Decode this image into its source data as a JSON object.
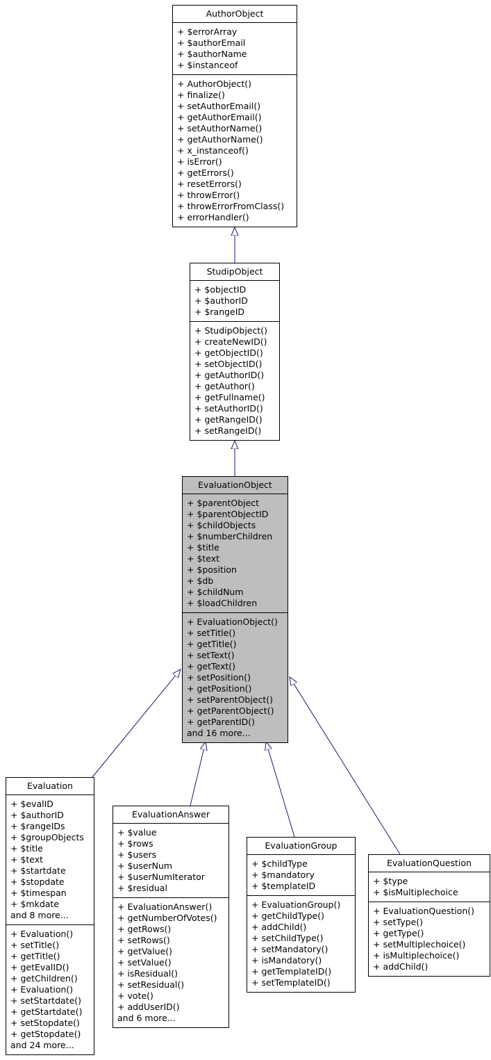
{
  "colors": {
    "arrow": "#191970",
    "highlight_fill": "#bebebe",
    "box_fill": "#ffffff",
    "border": "#000000",
    "text": "#000000"
  },
  "diagram": {
    "type": "uml-class-inheritance",
    "highlighted_class": "EvaluationObject",
    "edges": [
      {
        "from": "StudipObject",
        "to": "AuthorObject"
      },
      {
        "from": "EvaluationObject",
        "to": "StudipObject"
      },
      {
        "from": "Evaluation",
        "to": "EvaluationObject"
      },
      {
        "from": "EvaluationAnswer",
        "to": "EvaluationObject"
      },
      {
        "from": "EvaluationGroup",
        "to": "EvaluationObject"
      },
      {
        "from": "EvaluationQuestion",
        "to": "EvaluationObject"
      }
    ],
    "classes": [
      {
        "name": "AuthorObject",
        "attributes": [
          "+ $errorArray",
          "+ $authorEmail",
          "+ $authorName",
          "+ $instanceof"
        ],
        "methods": [
          "+ AuthorObject()",
          "+ finalize()",
          "+ setAuthorEmail()",
          "+ getAuthorEmail()",
          "+ setAuthorName()",
          "+ getAuthorName()",
          "+ x_instanceof()",
          "+ isError()",
          "+ getErrors()",
          "+ resetErrors()",
          "+ throwError()",
          "+ throwErrorFromClass()",
          "+ errorHandler()"
        ]
      },
      {
        "name": "StudipObject",
        "attributes": [
          "+ $objectID",
          "+ $authorID",
          "+ $rangeID"
        ],
        "methods": [
          "+ StudipObject()",
          "+ createNewID()",
          "+ getObjectID()",
          "+ setObjectID()",
          "+ getAuthorID()",
          "+ getAuthor()",
          "+ getFullname()",
          "+ setAuthorID()",
          "+ getRangeID()",
          "+ setRangeID()"
        ]
      },
      {
        "name": "EvaluationObject",
        "attributes": [
          "+ $parentObject",
          "+ $parentObjectID",
          "+ $childObjects",
          "+ $numberChildren",
          "+ $title",
          "+ $text",
          "+ $position",
          "+ $db",
          "+ $childNum",
          "+ $loadChildren"
        ],
        "methods": [
          "+ EvaluationObject()",
          "+ setTitle()",
          "+ getTitle()",
          "+ setText()",
          "+ getText()",
          "+ setPosition()",
          "+ getPosition()",
          "+ setParentObject()",
          "+ getParentObject()",
          "+ getParentID()",
          "and 16 more..."
        ]
      },
      {
        "name": "Evaluation",
        "attributes": [
          "+ $evalID",
          "+ $authorID",
          "+ $rangeIDs",
          "+ $groupObjects",
          "+ $title",
          "+ $text",
          "+ $startdate",
          "+ $stopdate",
          "+ $timespan",
          "+ $mkdate",
          "and 8 more..."
        ],
        "methods": [
          "+ Evaluation()",
          "+ setTitle()",
          "+ getTitle()",
          "+ getEvalID()",
          "+ getChildren()",
          "+ Evaluation()",
          "+ setStartdate()",
          "+ getStartdate()",
          "+ setStopdate()",
          "+ getStopdate()",
          "and 24 more..."
        ]
      },
      {
        "name": "EvaluationAnswer",
        "attributes": [
          "+ $value",
          "+ $rows",
          "+ $users",
          "+ $userNum",
          "+ $userNumIterator",
          "+ $residual"
        ],
        "methods": [
          "+ EvaluationAnswer()",
          "+ getNumberOfVotes()",
          "+ getRows()",
          "+ setRows()",
          "+ getValue()",
          "+ setValue()",
          "+ isResidual()",
          "+ setResidual()",
          "+ vote()",
          "+ addUserID()",
          "and 6 more..."
        ]
      },
      {
        "name": "EvaluationGroup",
        "attributes": [
          "+ $childType",
          "+ $mandatory",
          "+ $templateID"
        ],
        "methods": [
          "+ EvaluationGroup()",
          "+ getChildType()",
          "+ addChild()",
          "+ setChildType()",
          "+ setMandatory()",
          "+ isMandatory()",
          "+ getTemplateID()",
          "+ setTemplateID()"
        ]
      },
      {
        "name": "EvaluationQuestion",
        "attributes": [
          "+ $type",
          "+ $isMultiplechoice"
        ],
        "methods": [
          "+ EvaluationQuestion()",
          "+ setType()",
          "+ getType()",
          "+ setMultiplechoice()",
          "+ isMultiplechoice()",
          "+ addChild()"
        ]
      }
    ]
  }
}
